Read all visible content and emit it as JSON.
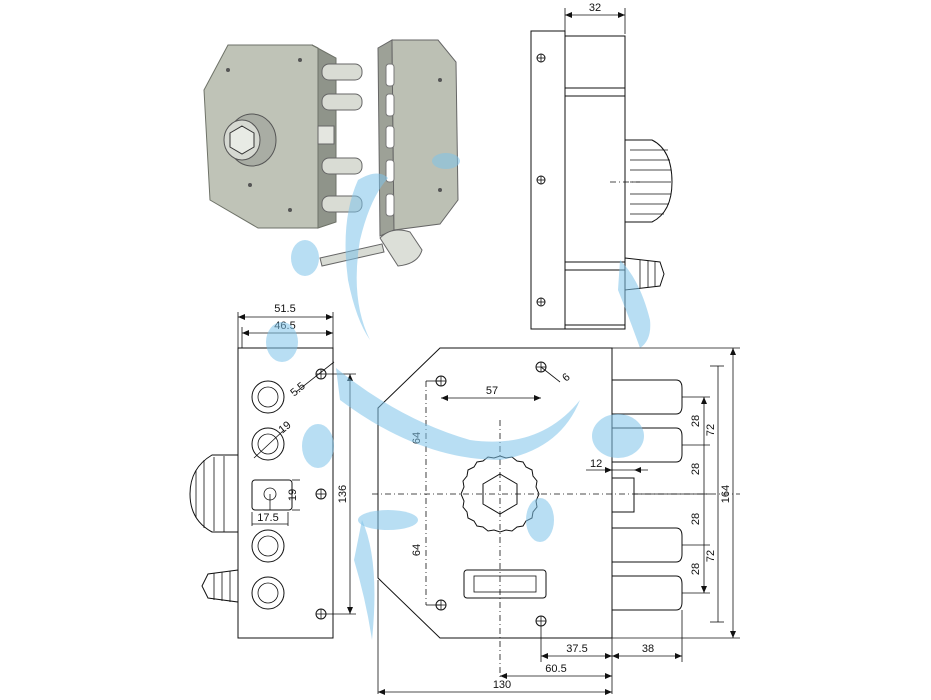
{
  "dimensions": {
    "side_view_width": "32",
    "front_width_total": "51.5",
    "front_width_inner": "46.5",
    "hole_diameter": "5.5",
    "bolt_diameter": "19",
    "slot_height": "19",
    "slot_offset": "17.5",
    "plate_height": "136",
    "hole_spacing_x": "57",
    "hole_spacing_y_top": "64",
    "hole_spacing_y_bottom": "64",
    "corner_hole": "6",
    "latch_offset": "12",
    "bolt_spacing_top_a": "28",
    "bolt_spacing_top_b": "28",
    "bolt_spacing_bottom_a": "28",
    "bolt_spacing_bottom_b": "28",
    "bolt_group_top": "72",
    "bolt_group_bottom": "72",
    "overall_height": "164",
    "bottom_37_5": "37.5",
    "bottom_60_5": "60.5",
    "bottom_38": "38",
    "overall_width": "130"
  },
  "colors": {
    "line": "#111111",
    "plate": "#b9bdb0",
    "plate_shade": "#8e9387",
    "metal": "#d8dcd5",
    "watermark": "#7ec3ea"
  }
}
